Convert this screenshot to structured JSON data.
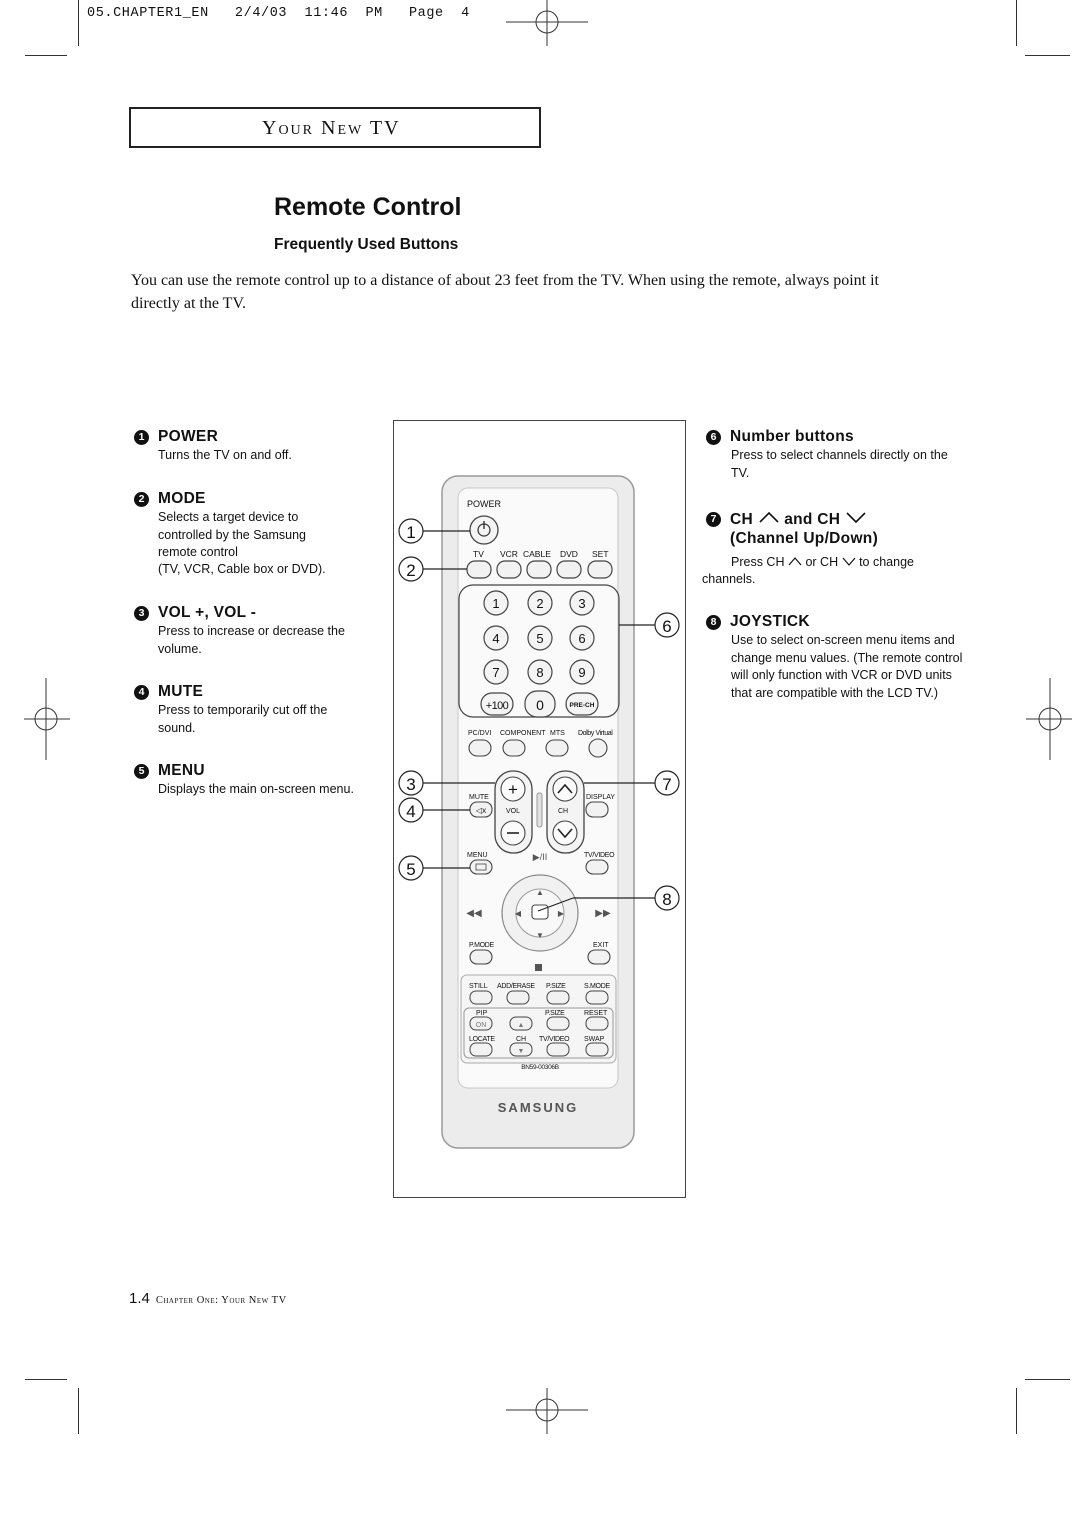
{
  "header": {
    "slug": "05.CHAPTER1_EN   2/4/03  11:46  PM   Page  4",
    "banner": "Your New TV"
  },
  "main": {
    "title": "Remote Control",
    "subtitle": "Frequently Used Buttons",
    "intro": "You can use the remote control up to a distance of about 23 feet from the TV. When using the remote, always point it directly at the TV."
  },
  "features": [
    {
      "num": "1",
      "title": "POWER",
      "desc": "Turns the TV on and off."
    },
    {
      "num": "2",
      "title": "MODE",
      "desc": "Selects a target device to controlled by the Samsung remote control",
      "desc2": "(TV, VCR, Cable box or DVD)."
    },
    {
      "num": "3",
      "title": "VOL +, VOL -",
      "desc": "Press to increase or decrease the volume."
    },
    {
      "num": "4",
      "title": "MUTE",
      "desc": "Press to temporarily cut off the sound."
    },
    {
      "num": "5",
      "title": "MENU",
      "desc": "Displays the main on-screen menu."
    },
    {
      "num": "6",
      "title": "Number buttons",
      "desc": "Press to select channels directly on the TV."
    },
    {
      "num": "7",
      "title_ch": "CH",
      "title_and": "and CH",
      "title2": "(Channel Up/Down)",
      "desc_a": "Press CH",
      "desc_b": "or CH",
      "desc_c": "to change",
      "desc_d": "channels."
    },
    {
      "num": "8",
      "title": "JOYSTICK",
      "desc": "Use to select on-screen menu items and change menu values. (The remote control will only function with VCR or DVD units that are compatible with the LCD TV.)"
    }
  ],
  "remote": {
    "power_label": "POWER",
    "mode_labels": [
      "TV",
      "VCR",
      "CABLE",
      "DVD",
      "SET"
    ],
    "digits": [
      "1",
      "2",
      "3",
      "4",
      "5",
      "6",
      "7",
      "8",
      "9"
    ],
    "plus100": "+100",
    "zero": "0",
    "prech": "PRE-CH",
    "row_labels": [
      "PC/DVI",
      "COMPONENT",
      "MTS",
      "Dolby Virtual"
    ],
    "mute": "MUTE",
    "vol": "VOL",
    "ch": "CH",
    "display": "DISPLAY",
    "menu": "MENU",
    "play_pause": "▶/II",
    "tvvideo": "TV/VIDEO",
    "pmode": "P.MODE",
    "exit": "EXIT",
    "bottom_row1": [
      "STILL",
      "ADD/ERASE",
      "P.SIZE",
      "S.MODE"
    ],
    "bottom_row2": [
      "PIP",
      "P.SIZE",
      "RESET"
    ],
    "on": "ON",
    "bottom_row3": [
      "LOCATE",
      "CH",
      "TV/VIDEO",
      "SWAP"
    ],
    "model": "BN59-00306B",
    "brand": "SAMSUNG",
    "callouts": [
      "1",
      "2",
      "3",
      "4",
      "5",
      "6",
      "7",
      "8"
    ]
  },
  "footer": {
    "page": "1.4",
    "chapter": "Chapter One: Your New TV"
  }
}
